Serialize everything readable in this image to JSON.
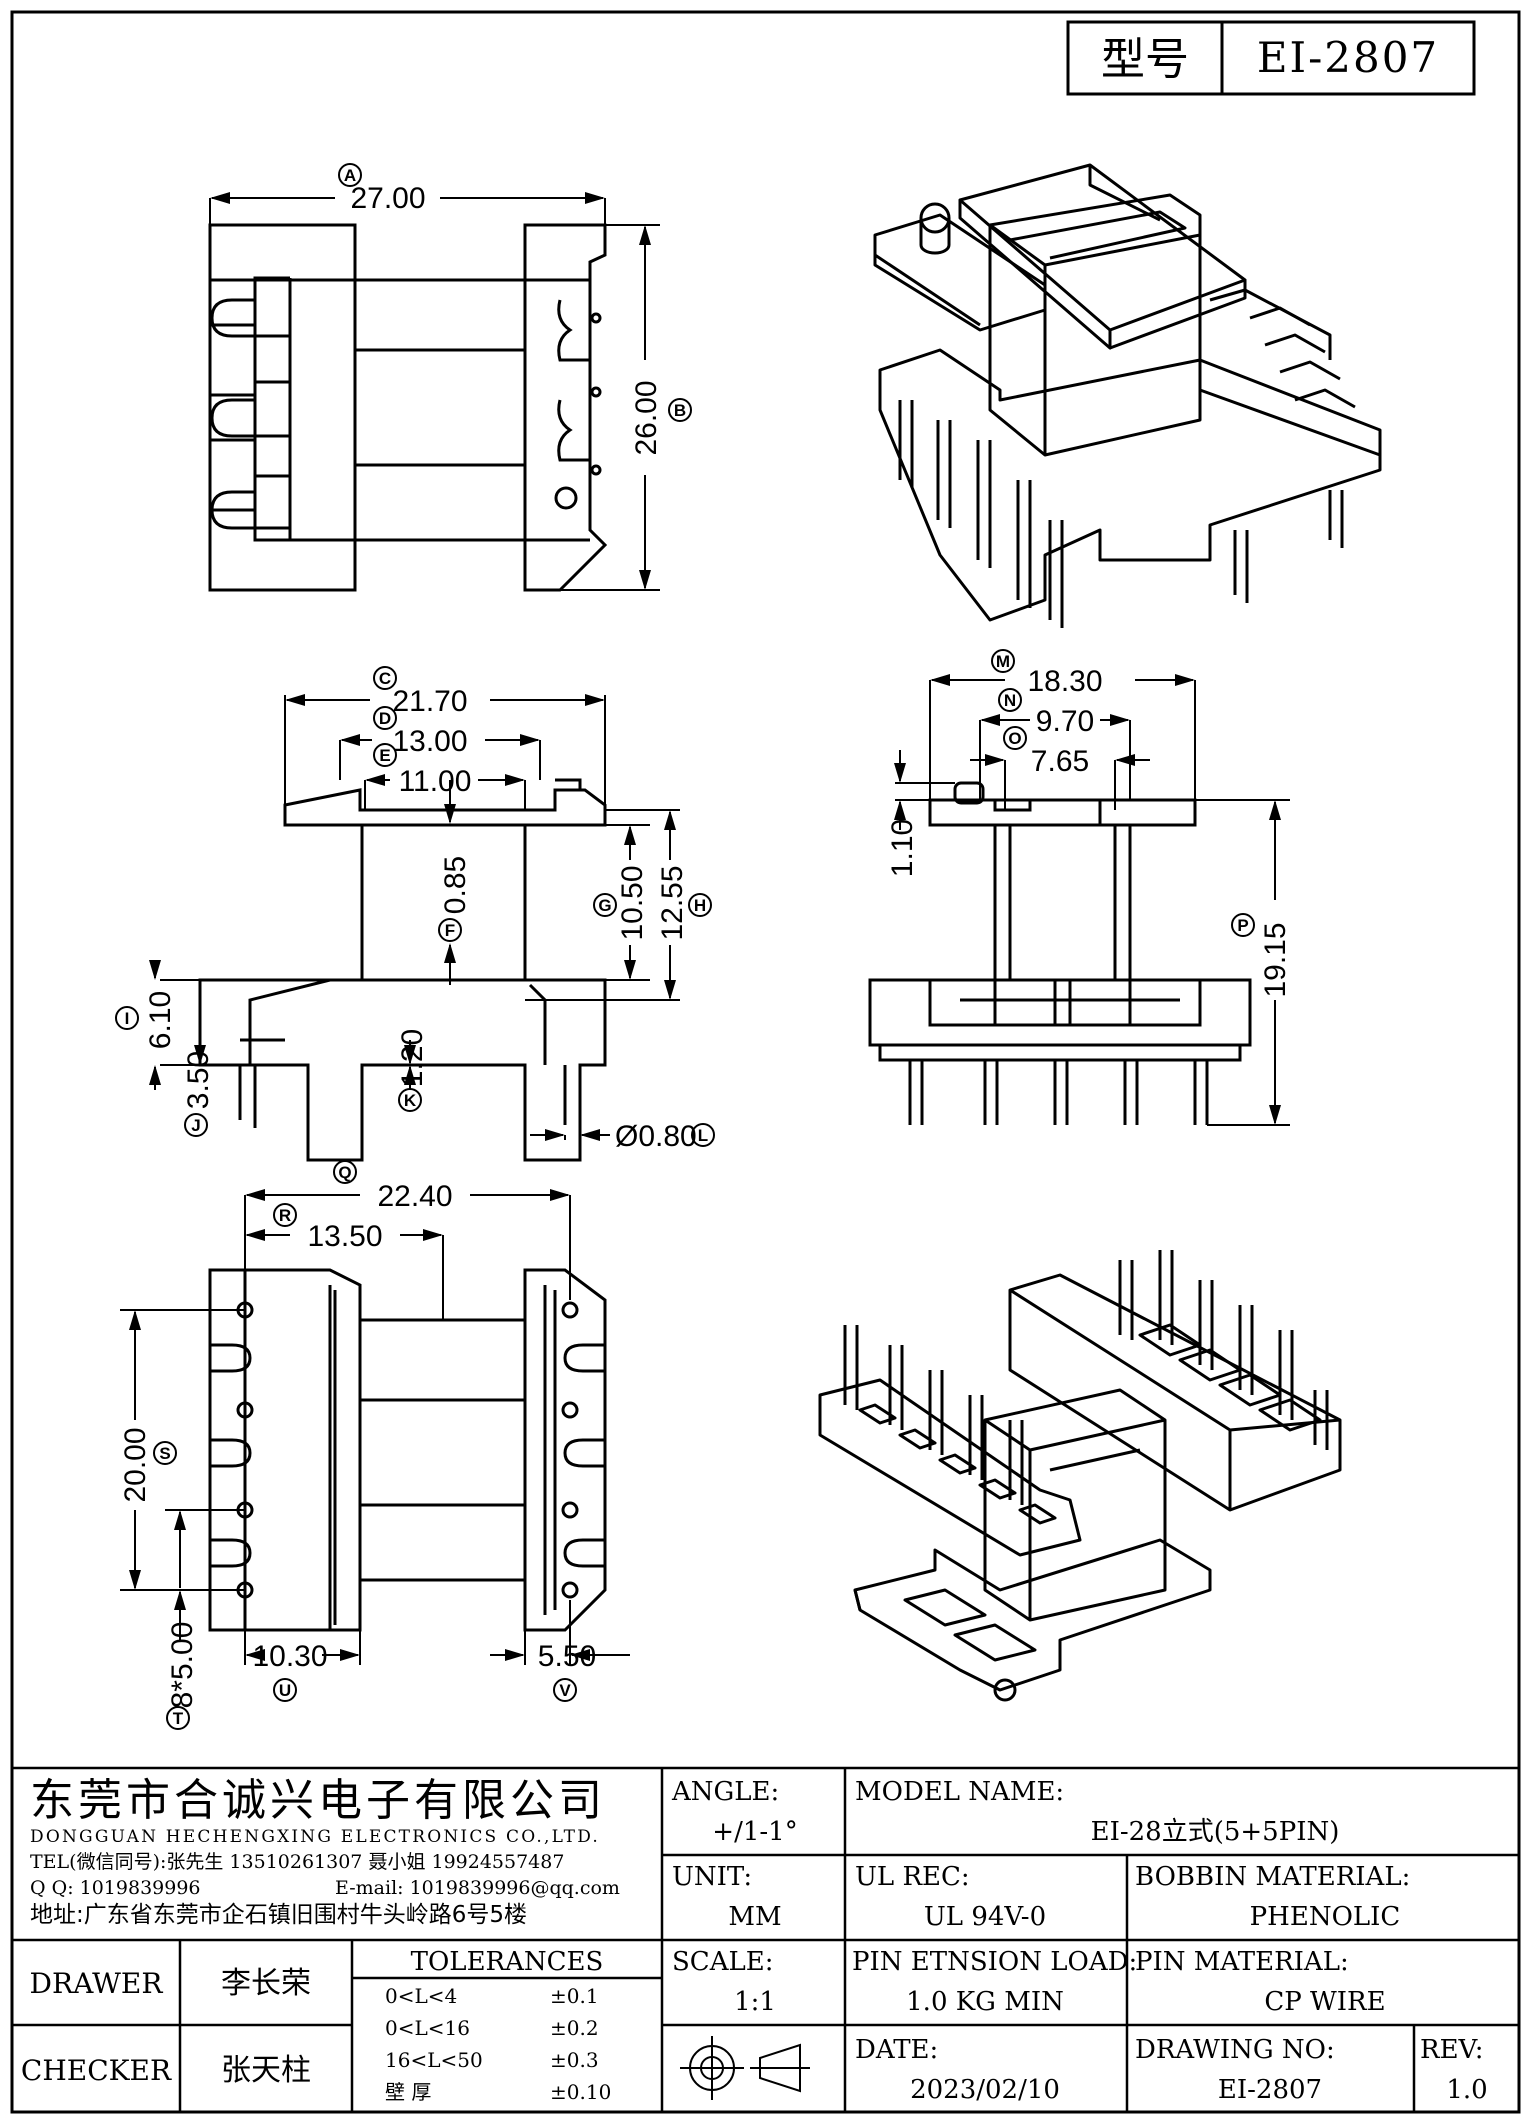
{
  "header": {
    "type_label": "型号",
    "type_value": "EI-2807"
  },
  "dimensions": [
    {
      "id": "A",
      "value": "27.00"
    },
    {
      "id": "B",
      "value": "26.00"
    },
    {
      "id": "C",
      "value": "21.70"
    },
    {
      "id": "D",
      "value": "13.00"
    },
    {
      "id": "E",
      "value": "11.00"
    },
    {
      "id": "F",
      "value": "0.85"
    },
    {
      "id": "G",
      "value": "10.50"
    },
    {
      "id": "H",
      "value": "12.55"
    },
    {
      "id": "I",
      "value": "6.10"
    },
    {
      "id": "J",
      "value": "3.50"
    },
    {
      "id": "K",
      "value": "1.20"
    },
    {
      "id": "L",
      "value": "Ø0.80"
    },
    {
      "id": "M",
      "value": "18.30"
    },
    {
      "id": "N",
      "value": "9.70"
    },
    {
      "id": "O",
      "value": "7.65"
    },
    {
      "id": "P",
      "value": "19.15"
    },
    {
      "id": "",
      "value": "1.10"
    },
    {
      "id": "Q",
      "value": "22.40"
    },
    {
      "id": "R",
      "value": "13.50"
    },
    {
      "id": "S",
      "value": "20.00"
    },
    {
      "id": "T",
      "value": "8*5.00"
    },
    {
      "id": "U",
      "value": "10.30"
    },
    {
      "id": "V",
      "value": "5.50"
    }
  ],
  "company": {
    "name_cn": "东莞市合诚兴电子有限公司",
    "name_en": "DONGGUAN HECHENGXING ELECTRONICS CO.,LTD.",
    "tel": "TEL(微信同号):张先生 13510261307 聂小姐 19924557487",
    "qq": "Q Q: 1019839996",
    "email": "E-mail: 1019839996@qq.com",
    "address": "地址:广东省东莞市企石镇旧围村牛头岭路6号5楼"
  },
  "titleblock": {
    "angle_label": "ANGLE:",
    "angle_value": "+/1-1°",
    "unit_label": "UNIT:",
    "unit_value": "MM",
    "scale_label": "SCALE:",
    "scale_value": "1:1",
    "model_label": "MODEL NAME:",
    "model_value": "EI-28立式(5+5PIN)",
    "ul_label": "UL REC:",
    "ul_value": "UL 94V-0",
    "bobbin_label": "BOBBIN MATERIAL:",
    "bobbin_value": "PHENOLIC",
    "pin_load_label": "PIN ETNSION LOAD:",
    "pin_load_value": "1.0 KG MIN",
    "pin_material_label": "PIN MATERIAL:",
    "pin_material_value": "CP WIRE",
    "date_label": "DATE:",
    "date_value": "2023/02/10",
    "drawing_no_label": "DRAWING NO:",
    "drawing_no_value": "EI-2807",
    "rev_label": "REV:",
    "rev_value": "1.0",
    "drawer_label": "DRAWER",
    "drawer_value": "李长荣",
    "checker_label": "CHECKER",
    "checker_value": "张天柱",
    "tolerances_label": "TOLERANCES",
    "tolerances": [
      {
        "range": "0<L<4",
        "tol": "±0.1"
      },
      {
        "range": "0<L<16",
        "tol": "±0.2"
      },
      {
        "range": "16<L<50",
        "tol": "±0.3"
      },
      {
        "range": "壁 厚",
        "tol": "±0.10"
      }
    ]
  }
}
